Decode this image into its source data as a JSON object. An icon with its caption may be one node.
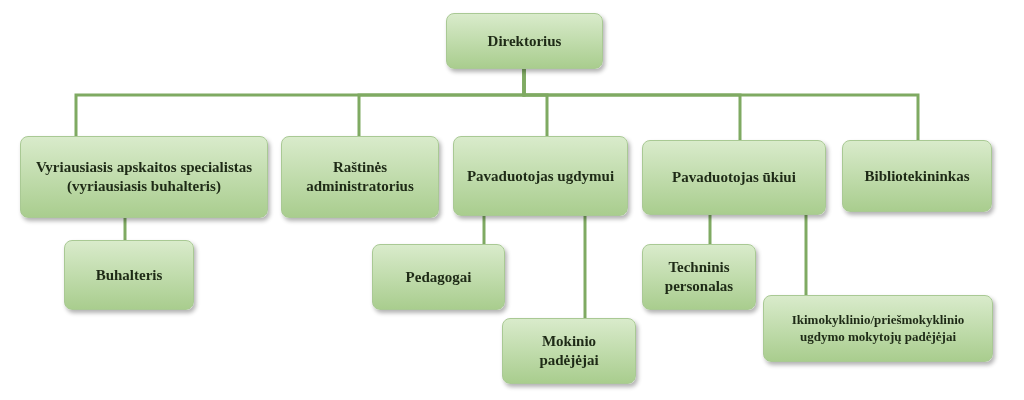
{
  "diagram": {
    "nodes": [
      {
        "text": [
          "Direktorius"
        ]
      },
      {
        "text": [
          "Vyriausiasis apskaitos specialistas (vyriausiasis buhalteris)"
        ]
      },
      {
        "text": [
          "Raštinės administratorius"
        ]
      },
      {
        "text": [
          "Pavaduotojas ugdymui"
        ]
      },
      {
        "text": [
          "Pavaduotojas ūkiui"
        ]
      },
      {
        "text": [
          "Bibliotekininkas"
        ]
      },
      {
        "text": [
          "Buhalteris"
        ]
      },
      {
        "text": [
          "Pedagogai"
        ]
      },
      {
        "text": [
          "Mokinio padėjėjai"
        ]
      },
      {
        "text": [
          "Techninis personalas"
        ]
      },
      {
        "text": [
          "Ikimokyklinio/priešmokyklinio ugdymo mokytojų padėjėjai"
        ]
      }
    ],
    "edges": [
      {
        "from": 0,
        "to": 1,
        "arrow": "none"
      },
      {
        "from": 0,
        "to": 2,
        "arrow": "none"
      },
      {
        "from": 0,
        "to": 3,
        "arrow": "none"
      },
      {
        "from": 0,
        "to": 4,
        "arrow": "none"
      },
      {
        "from": 0,
        "to": 5,
        "arrow": "none"
      },
      {
        "from": 1,
        "to": 6,
        "arrow": "none"
      },
      {
        "from": 3,
        "to": 7,
        "arrow": "none"
      },
      {
        "from": 3,
        "to": 8,
        "arrow": "none"
      },
      {
        "from": 4,
        "to": 9,
        "arrow": "none"
      },
      {
        "from": 4,
        "to": 10,
        "arrow": "none"
      }
    ]
  }
}
